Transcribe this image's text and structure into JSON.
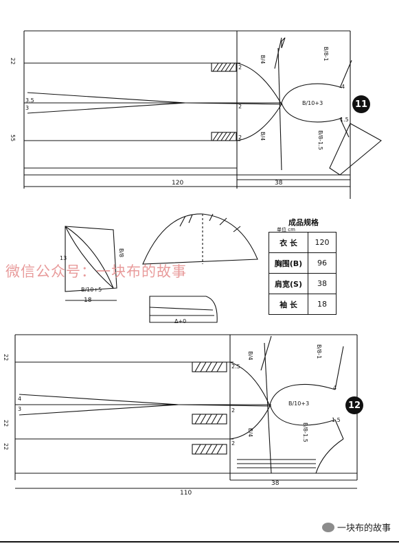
{
  "spec_table": {
    "title": "成品规格",
    "unit": "单位 cm",
    "rows": [
      {
        "label": "衣 长",
        "value": "120"
      },
      {
        "label": "胸围(B)",
        "value": "96"
      },
      {
        "label": "肩宽(S)",
        "value": "38"
      },
      {
        "label": "袖 长",
        "value": "18"
      }
    ]
  },
  "pattern_top": {
    "badge": "11",
    "length_label": "120",
    "chest_width_label": "38",
    "formula_center": "B/10+3",
    "formula_shoulder": "B/8-1",
    "formula_lower": "B/8-1.5",
    "hip_label": "B/4",
    "left_marks": [
      "22",
      "3.5",
      "3",
      "55"
    ],
    "small_marks": [
      "2",
      "2",
      "4",
      "1.5",
      "2"
    ]
  },
  "pattern_bottom": {
    "badge": "12",
    "length_label": "110",
    "chest_width_label": "38",
    "formula_center": "B/10+3",
    "formula_shoulder": "B/8-1",
    "formula_lower": "B/8-1.5",
    "hip_label": "B/4",
    "left_marks": [
      "22",
      "4",
      "3",
      "22",
      "22"
    ],
    "small_marks": [
      "2.5",
      "2",
      "4",
      "1.5",
      "2"
    ]
  },
  "sleeve_piece": {
    "width_label": "18",
    "half_label": "B/10+5",
    "height_label": "B/8",
    "side_label": "13"
  },
  "collar_piece": {
    "label": "Δ+0"
  },
  "watermark": "微信公众号：一块布的故事",
  "footer_brand": "一块布的故事",
  "colors": {
    "line": "#111111",
    "watermark": "#e58a8a",
    "badge_bg": "#111111"
  }
}
